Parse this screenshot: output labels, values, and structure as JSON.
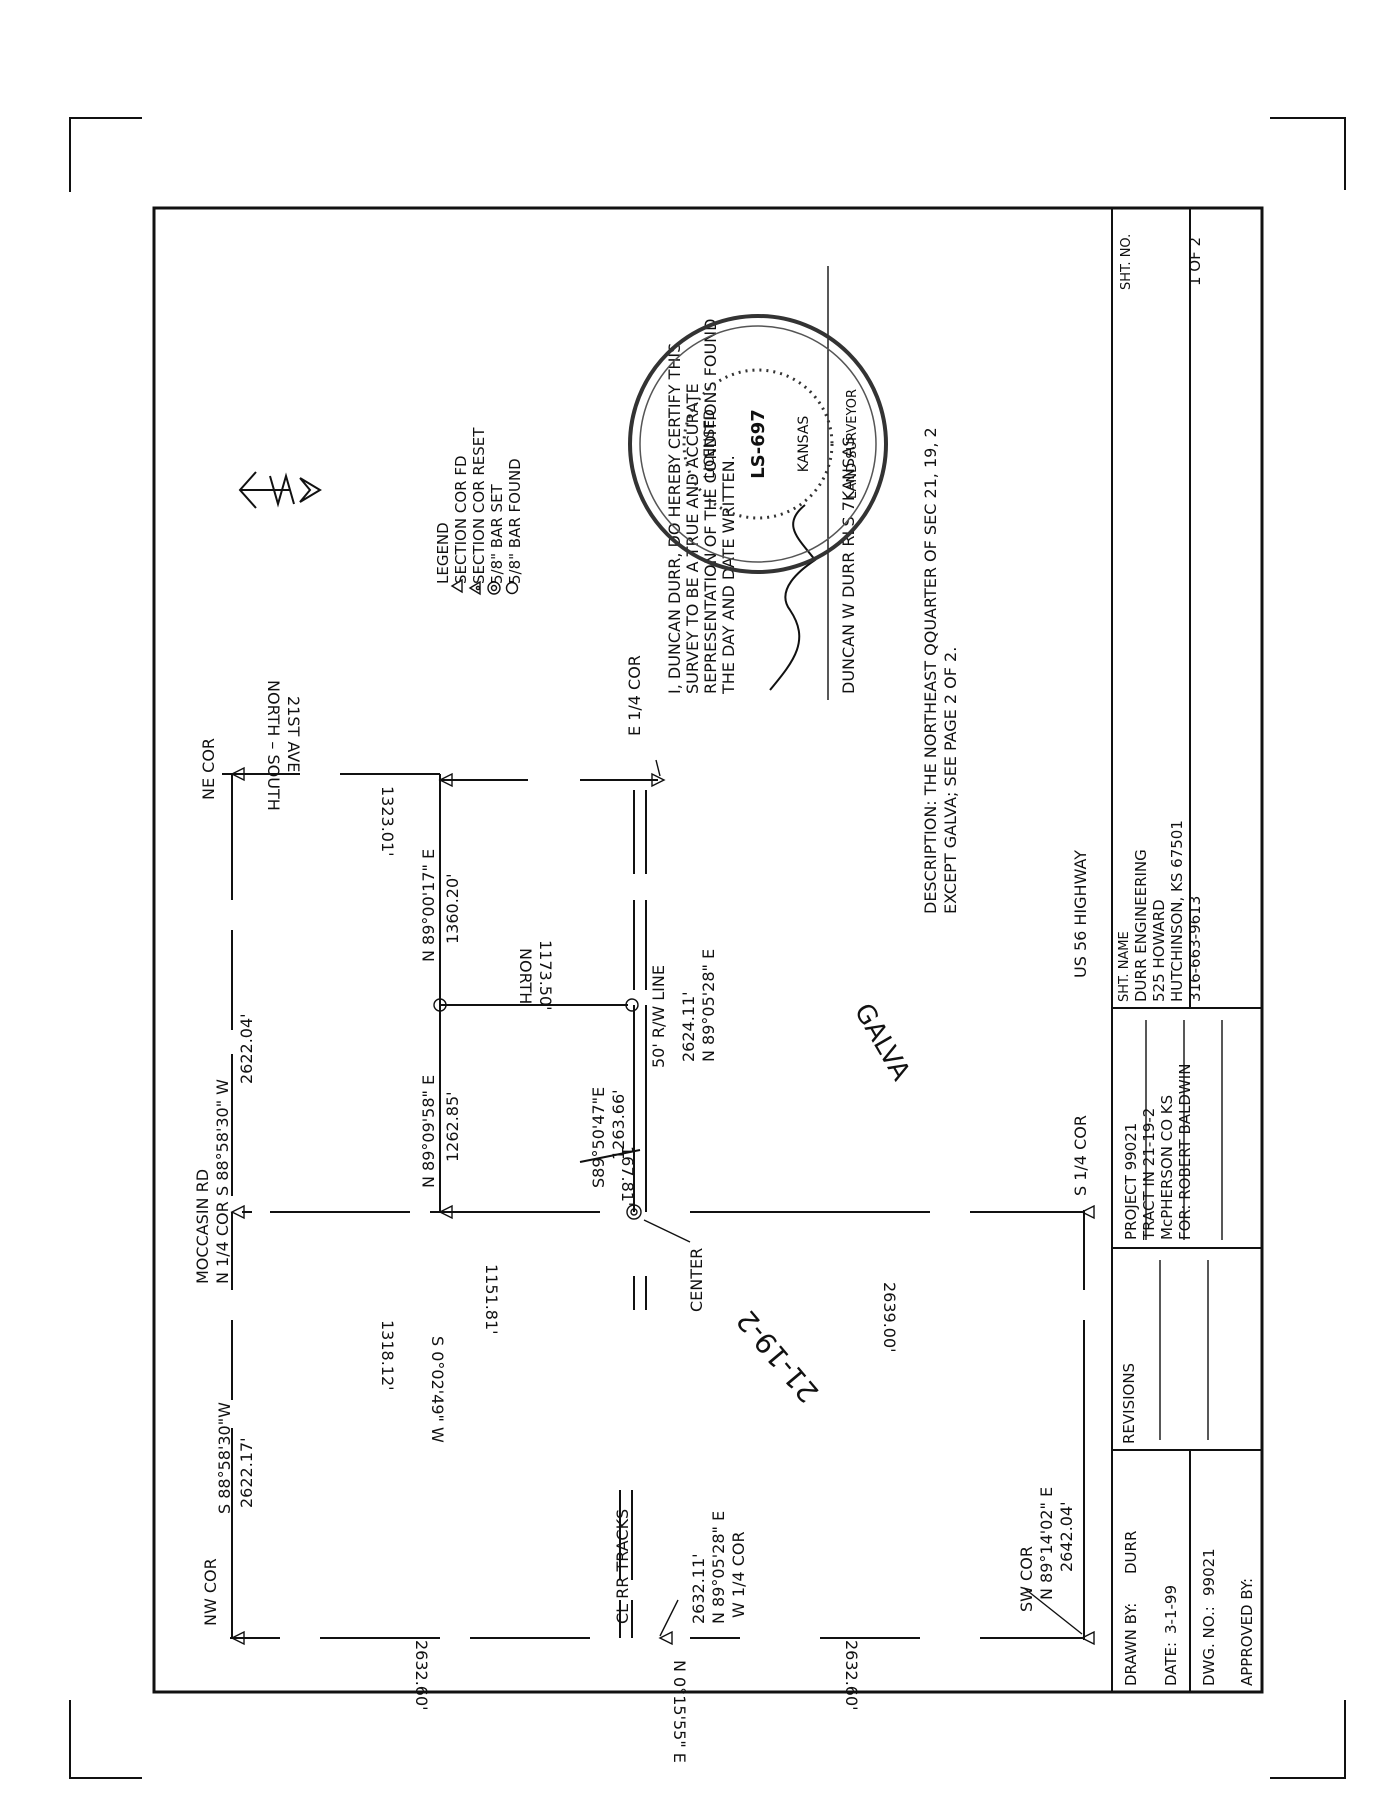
{
  "legend": {
    "title": "LEGEND",
    "items": [
      {
        "symbol": "triangle-open",
        "label": "SECTION COR FD"
      },
      {
        "symbol": "triangle-dot",
        "label": "SECTION COR RESET"
      },
      {
        "symbol": "double-circle",
        "label": "5/8\" BAR SET"
      },
      {
        "symbol": "circle",
        "label": "5/8\" BAR FOUND"
      }
    ]
  },
  "north_arrow": {
    "icon": "north-arrow-icon"
  },
  "certification": {
    "lines": [
      "I, DUNCAN DURR, DO HEREBY CERTIFY THIS",
      "SURVEY TO BE A TRUE AND ACCURATE",
      "REPRESENTATION OF THE CONDITIONS FOUND",
      "THE DAY AND DATE WRITTEN."
    ],
    "signer": "DUNCAN W DURR RLS 7KANSAS",
    "seal": {
      "top": "LICENSED",
      "number": "LS-697",
      "state": "KANSAS",
      "bottom": "LAND SURVEYOR"
    }
  },
  "description": {
    "lines": [
      "DESCRIPTION: THE NORTHEAST QQUARTER OF SEC 21, 19, 2",
      "EXCEPT GALVA; SEE PAGE 2 OF 2."
    ]
  },
  "plat": {
    "corners": {
      "nw": "NW COR",
      "n14": "N 1/4 COR",
      "ne": "NE COR",
      "w14": "W 1/4 COR",
      "center": "CENTER",
      "e14": "E 1/4 COR",
      "sw": "SW COR",
      "s14": "S 1/4 COR"
    },
    "roads": {
      "moccasin": "MOCCASIN RD",
      "ave21_a": "21ST AVE",
      "ave21_b": "NORTH – SOUTH",
      "us56": "US 56 HIGHWAY",
      "rr": "CL RR TRACKS",
      "rw": "50' R/W LINE"
    },
    "labels": {
      "section": "21-19-2",
      "galva": "GALVA",
      "north_word": "NORTH"
    },
    "bearings": {
      "n_w_bearing": "S 88°58'30\"W",
      "n_w_dist": "2622.17'",
      "n_e_bearing": "S 88°58'30\" W",
      "n_e_dist": "2622.04'",
      "w_n_dist": "2632.60'",
      "w_s_dist": "2632.60'",
      "w_bearing": "N 0°15'55\" E",
      "rr_dist": "2632.11'",
      "rr_bearing": "N 89°05'28\" E",
      "cl_bearing": "S 0°02'49\" W",
      "cl_n_dist": "1318.12'",
      "cl_s_dist": "1151.81'",
      "cl_south_dist": "2639.00'",
      "tract_n_bearing_w": "N 89°09'58\" E",
      "tract_n_dist_w": "1262.85'",
      "tract_n_bearing_e": "N 89°00'17\" E",
      "tract_n_dist_e": "1360.20'",
      "tract_ne_dist": "1323.01'",
      "inner_north_dist": "1173.50'",
      "rw_bearing": "S89°50'47\"E",
      "rw_dist": "1263.66'",
      "center_off": "167.81'",
      "rr_e_dist": "2624.11'",
      "rr_e_bearing": "N 89°05'28\" E",
      "south_bearing": "N 89°14'02\" E",
      "south_dist": "2642.04'"
    }
  },
  "title_block": {
    "drawn_by_label": "DRAWN BY:",
    "drawn_by": "DURR",
    "date_label": "DATE:",
    "date": "3-1-99",
    "dwg_label": "DWG. NO.:",
    "dwg": "99021",
    "approved_label": "APPROVED BY:",
    "revisions_label": "REVISIONS",
    "project_lines": [
      "PROJECT 99021",
      "TRACT IN 21-19-2",
      "McPHERSON CO KS",
      "FOR: ROBERT BALDWIN"
    ],
    "sht_name_label": "SHT. NAME",
    "sht_name_lines": [
      "DURR ENGINEERING",
      "525 HOWARD",
      "HUTCHINSON, KS 67501",
      "316-663-9613"
    ],
    "sht_no_label": "SHT. NO.",
    "sht_no": "1 OF 2"
  }
}
